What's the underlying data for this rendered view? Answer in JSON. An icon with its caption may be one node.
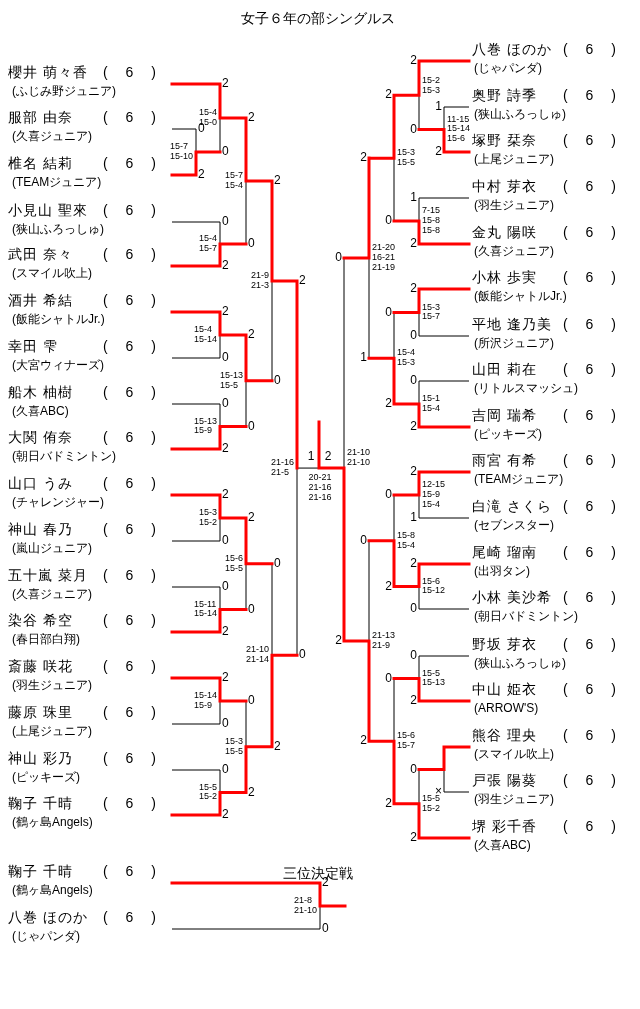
{
  "diagram": {
    "title": "女子６年の部シングルス",
    "nodes": [
      {
        "text": [
          "櫻井 萌々香",
          "( 6 )",
          "(ふじみ野ジュニア)"
        ]
      },
      {
        "text": [
          "服部 由奈",
          "( 6 )",
          "(久喜ジュニア)"
        ]
      },
      {
        "text": [
          "椎名 結莉",
          "( 6 )",
          "(TEAMジュニア)"
        ]
      },
      {
        "text": [
          "小見山 聖來",
          "( 6 )",
          "(狭山ふろっしゅ)"
        ]
      },
      {
        "text": [
          "武田 奈々",
          "( 6 )",
          "(スマイル吹上)"
        ]
      },
      {
        "text": [
          "酒井 希結",
          "( 6 )",
          "(飯能シャトルJr.)"
        ]
      },
      {
        "text": [
          "幸田 雫",
          "( 6 )",
          "(大宮ウィナーズ)"
        ]
      },
      {
        "text": [
          "船木 柚樹",
          "( 6 )",
          "(久喜ABC)"
        ]
      },
      {
        "text": [
          "大関 侑奈",
          "( 6 )",
          "(朝日バドミントン)"
        ]
      },
      {
        "text": [
          "山口 うみ",
          "( 6 )",
          "(チャレンジャー)"
        ]
      },
      {
        "text": [
          "神山 春乃",
          "( 6 )",
          "(嵐山ジュニア)"
        ]
      },
      {
        "text": [
          "五十嵐 菜月",
          "( 6 )",
          "(久喜ジュニア)"
        ]
      },
      {
        "text": [
          "染谷 希空",
          "( 6 )",
          "(春日部白翔)"
        ]
      },
      {
        "text": [
          "斎藤 咲花",
          "( 6 )",
          "(羽生ジュニア)"
        ]
      },
      {
        "text": [
          "藤原 珠里",
          "( 6 )",
          "(上尾ジュニア)"
        ]
      },
      {
        "text": [
          "神山 彩乃",
          "( 6 )",
          "(ピッキーズ)"
        ]
      },
      {
        "text": [
          "鞠子 千晴",
          "( 6 )",
          "(鶴ヶ島Angels)"
        ]
      },
      {
        "text": [
          "八巻 ほのか",
          "( 6 )",
          "(じゃパンダ)"
        ]
      },
      {
        "text": [
          "奥野 詩季",
          "( 6 )",
          "(狭山ふろっしゅ)"
        ]
      },
      {
        "text": [
          "塚野 栞奈",
          "( 6 )",
          "(上尾ジュニア)"
        ]
      },
      {
        "text": [
          "中村 芽衣",
          "( 6 )",
          "(羽生ジュニア)"
        ]
      },
      {
        "text": [
          "金丸 陽咲",
          "( 6 )",
          "(久喜ジュニア)"
        ]
      },
      {
        "text": [
          "小林 歩実",
          "( 6 )",
          "(飯能シャトルJr.)"
        ]
      },
      {
        "text": [
          "平地 逢乃美",
          "( 6 )",
          "(所沢ジュニア)"
        ]
      },
      {
        "text": [
          "山田 莉在",
          "( 6 )",
          "(リトルスマッシュ)"
        ]
      },
      {
        "text": [
          "吉岡 瑞希",
          "( 6 )",
          "(ピッキーズ)"
        ]
      },
      {
        "text": [
          "雨宮 有希",
          "( 6 )",
          "(TEAMジュニア)"
        ]
      },
      {
        "text": [
          "白滝 さくら",
          "( 6 )",
          "(セブンスター)"
        ]
      },
      {
        "text": [
          "尾崎 瑠南",
          "( 6 )",
          "(出羽タン)"
        ]
      },
      {
        "text": [
          "小林 美沙希",
          "( 6 )",
          "(朝日バドミントン)"
        ]
      },
      {
        "text": [
          "野坂 芽衣",
          "( 6 )",
          "(狭山ふろっしゅ)"
        ]
      },
      {
        "text": [
          "中山 姫衣",
          "( 6 )",
          "(ARROW'S)"
        ]
      },
      {
        "text": [
          "熊谷 理央",
          "( 6 )",
          "(スマイル吹上)"
        ]
      },
      {
        "text": [
          "戸張 陽葵",
          "( 6 )",
          "(羽生ジュニア)"
        ]
      },
      {
        "text": [
          "堺 彩千香",
          "( 6 )",
          "(久喜ABC)"
        ]
      },
      {
        "text": [
          "鞠子 千晴",
          "( 6 )",
          "(鶴ヶ島Angels)"
        ]
      },
      {
        "text": [
          "八巻 ほのか",
          "( 6 )",
          "(じゃパンダ)"
        ]
      }
    ],
    "labels": [
      "0",
      "15-7 15-10",
      "2",
      "2",
      "15-4 15-0",
      "0",
      "0",
      "15-4 15-7",
      "2",
      "2",
      "15-7 15-4",
      "0",
      "2",
      "15-4 15-14",
      "0",
      "0",
      "15-13 15-9",
      "2",
      "2",
      "15-13 15-5",
      "0",
      "2",
      "21-9 21-3",
      "0",
      "2",
      "15-3 15-2",
      "0",
      "0",
      "15-11 15-14",
      "2",
      "2",
      "15-6 15-5",
      "0",
      "2",
      "15-14 15-9",
      "0",
      "0",
      "15-5 15-2",
      "2",
      "0",
      "15-3 15-5",
      "2",
      "0",
      "21-10 21-14",
      "2",
      "2",
      "21-16 21-5",
      "0",
      "1",
      "2",
      "20-21 21-16 21-16",
      "1",
      "11-15 15-14 15-6",
      "2",
      "2",
      "15-2 15-3",
      "0",
      "1",
      "7-15 15-8 15-8",
      "2",
      "2",
      "15-3 15-5",
      "0",
      "2",
      "15-3 15-7",
      "0",
      "0",
      "15-1 15-4",
      "2",
      "0",
      "15-4 15-3",
      "2",
      "2",
      "21-20 16-21 21-19",
      "1",
      "2",
      "12-15 15-9 15-4",
      "1",
      "2",
      "15-6 15-12",
      "0",
      "0",
      "15-8 15-4",
      "2",
      "0",
      "15-5 15-13",
      "2",
      "×",
      "0",
      "15-5 15-2",
      "2",
      "0",
      "15-6 15-7",
      "2",
      "0",
      "21-13 21-9",
      "2",
      "0",
      "21-10 21-10",
      "2",
      "三位決定戦",
      "2",
      "21-8 21-10",
      "0"
    ]
  }
}
